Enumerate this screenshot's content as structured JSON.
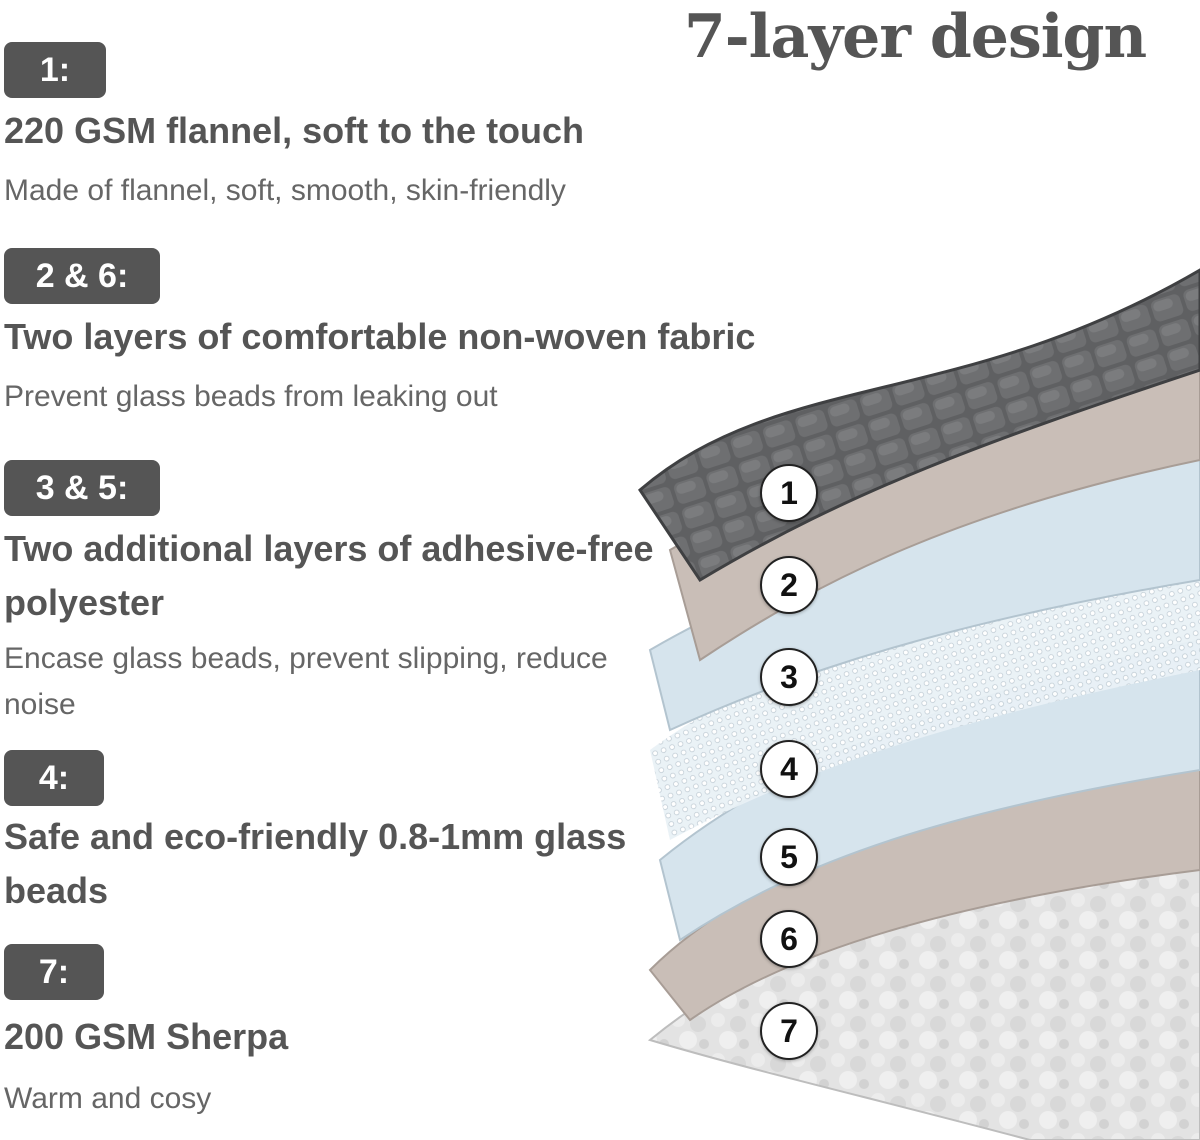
{
  "title": "7-layer design",
  "sections": [
    {
      "badge": "1:",
      "heading": "220 GSM flannel, soft to the touch",
      "desc": "Made of flannel, soft, smooth, skin-friendly"
    },
    {
      "badge": "2 & 6:",
      "heading": "Two layers of comfortable non-woven fabric",
      "desc": "Prevent glass beads from leaking out"
    },
    {
      "badge": "3 & 5:",
      "heading": "Two additional layers of adhesive-free polyester",
      "desc": "Encase glass beads, prevent slipping, reduce noise"
    },
    {
      "badge": "4:",
      "heading": "Safe and eco-friendly 0.8-1mm glass beads",
      "desc": ""
    },
    {
      "badge": "7:",
      "heading": "200 GSM Sherpa",
      "desc": "Warm and cosy"
    }
  ],
  "layer_numbers": [
    "1",
    "2",
    "3",
    "4",
    "5",
    "6",
    "7"
  ],
  "colors": {
    "badge_bg": "#555555",
    "text": "#555555",
    "layer_flannel": "#58595b",
    "layer_nonwoven": "#c9beb7",
    "layer_polyester": "#d6e4ed",
    "layer_beads": "#ffffff",
    "layer_sherpa": "#e6e6e6"
  }
}
